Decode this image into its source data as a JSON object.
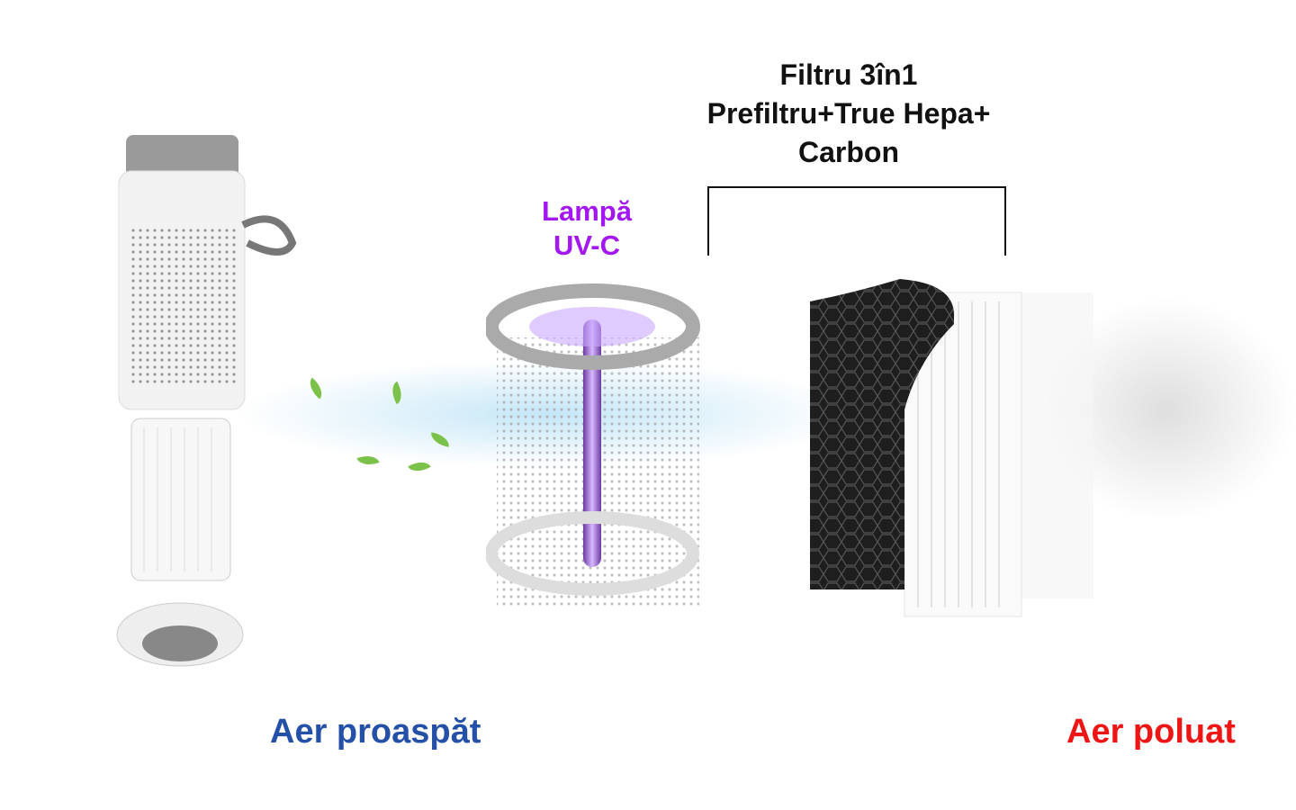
{
  "filter_label": {
    "line1": "Filtru 3în1",
    "line2": "Prefiltru+True Hepa+",
    "line3": "Carbon"
  },
  "uv_label": {
    "line1": "Lampă",
    "line2": "UV-C"
  },
  "fresh_air": "Aer proaspăt",
  "polluted_air": "Aer poluat",
  "colors": {
    "uv": "#a318f0",
    "fresh": "#2450a8",
    "polluted": "#ee1515"
  }
}
